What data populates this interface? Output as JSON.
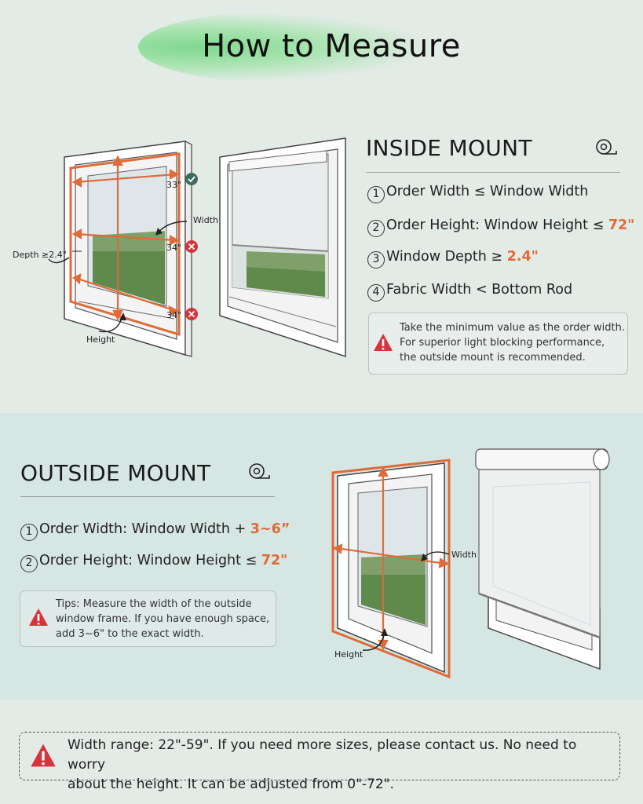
{
  "header": {
    "title": "How to Measure"
  },
  "inside": {
    "title": "INSIDE MOUNT",
    "items": [
      {
        "num": "1",
        "text": "Order Width ≤ Window Width",
        "highlight": ""
      },
      {
        "num": "2",
        "text": "Order Height: Window Height ≤ ",
        "highlight": "72\""
      },
      {
        "num": "3",
        "text": "Window Depth ≥ ",
        "highlight": "2.4\""
      },
      {
        "num": "4",
        "text": "Fabric Width < Bottom Rod",
        "highlight": ""
      }
    ],
    "note": [
      "Take the minimum value as the order width.",
      "For superior light blocking performance,",
      "the outside mount is recommended."
    ],
    "diagram": {
      "m1": "33\"",
      "m2": "34\"",
      "m3": "34\"",
      "width_label": "Width",
      "depth_label": "Depth ≥2.4\"",
      "height_label": "Height"
    }
  },
  "outside": {
    "title": "OUTSIDE MOUNT",
    "items": [
      {
        "num": "1",
        "text": "Order Width: Window Width + ",
        "highlight": "3~6”"
      },
      {
        "num": "2",
        "text": "Order Height: Window Height ≤ ",
        "highlight": "72\""
      }
    ],
    "note": [
      "Tips: Measure the width of the outside",
      "window frame. If you have enough space,",
      "add 3~6\" to the exact width."
    ],
    "diagram": {
      "width_label": "Width",
      "height_label": "Height"
    }
  },
  "footer": {
    "lines": [
      "Width range: 22\"-59\". If you need more sizes, please contact us. No need to worry",
      "about the height. It can be adjusted from 0\"-72\"."
    ]
  },
  "colors": {
    "accent": "#e06a38",
    "check": "#3f6b5e",
    "cross": "#d8323b",
    "warning": "#d8323b"
  }
}
